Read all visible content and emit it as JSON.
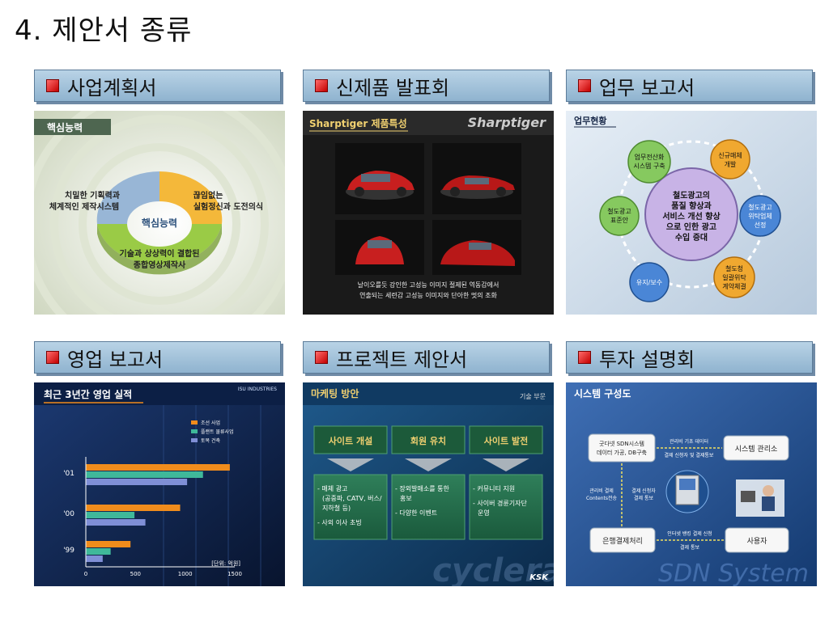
{
  "page": {
    "title": "4. 제안서 종류"
  },
  "cards": [
    {
      "header": "사업계획서",
      "panel": {
        "heading": "핵심능력",
        "center": "핵심능력",
        "left_lines": [
          "치밀한 기획력과",
          "체계적인 제작시스템"
        ],
        "right_lines": [
          "끊임없는",
          "실험정신과 도전의식"
        ],
        "bottom_lines": [
          "기술과 상상력이 결합된",
          "종합영상제작사"
        ]
      }
    },
    {
      "header": "신제품 발표회",
      "panel": {
        "heading": "Sharptiger 제품특성",
        "logo": "Sharptiger",
        "caption_lines": [
          "날이오를듯 강인한 고성능 이미지 절제된 역동감에서",
          "연출되는 세련감 고성능 이미지와 단아한 멋의 조화"
        ]
      }
    },
    {
      "header": "업무 보고서",
      "panel": {
        "heading": "업무현황",
        "center_lines": [
          "철도광고의",
          "품질 향상과",
          "서비스 개선 향상",
          "으로 인한 광고",
          "수입 증대"
        ],
        "nodes": [
          {
            "lines": [
              "업무전산화",
              "시스템 구축"
            ],
            "color": "#86c95f"
          },
          {
            "lines": [
              "신규매체",
              "개발"
            ],
            "color": "#f0a830"
          },
          {
            "lines": [
              "철도광고",
              "위탁업체",
              "선정"
            ],
            "color": "#4a86d6"
          },
          {
            "lines": [
              "철도청",
              "일괄위탁",
              "계약체결"
            ],
            "color": "#f0a830"
          },
          {
            "lines": [
              "유지/보수"
            ],
            "color": "#4a86d6"
          },
          {
            "lines": [
              "철도광고",
              "표준안"
            ],
            "color": "#86c95f"
          }
        ]
      }
    },
    {
      "header": "영업 보고서",
      "panel": {
        "heading": "최근 3년간 영업 실적",
        "brand": "ISU INDUSTRIES",
        "unit": "[단위: 억원]"
      }
    },
    {
      "header": "프로젝트 제안서",
      "panel": {
        "heading": "마케팅 방안",
        "subheading": "기술 부문",
        "columns": [
          {
            "title": "사이트 개설",
            "items": [
              "- 매체 광고",
              "(공중파, CATV, 버스/",
              "지하철 등)",
              "- 사외 이사 초빙"
            ]
          },
          {
            "title": "회원 유치",
            "items": [
              "- 장외발매소를 통한",
              "홍보",
              "- 다양한 이벤트"
            ]
          },
          {
            "title": "사이트 발전",
            "items": [
              "- 커뮤니티 지원",
              "- 사이버 경륜기자단",
              "운영"
            ]
          }
        ],
        "watermark": "cyclerace",
        "brand": "KSK"
      }
    },
    {
      "header": "투자 설명회",
      "panel": {
        "heading": "시스템 구성도",
        "box1_lines": [
          "굿다넷 SDN시스템",
          "데이터 가공, DB구축"
        ],
        "box2": "시스템 관리소",
        "box3": "은행결제처리",
        "box4": "사용자",
        "arrow_top_lines": [
          "관리비 기초 데이터",
          "결제 신청자 및 결제통보"
        ],
        "arrow_left_lines": [
          "관리비 결제",
          "Contents전송"
        ],
        "arrow_left2_lines": [
          "결제 신청자",
          "결제 통보"
        ],
        "arrow_bottom_lines": [
          "인터넷 뱅킹 결제 신청",
          "결제 통보"
        ],
        "watermark": "SDN System"
      }
    }
  ],
  "chart_data": {
    "type": "bar",
    "orientation": "horizontal",
    "title": "최근 3년간 영업 실적",
    "categories": [
      "'01",
      "'00",
      "'99"
    ],
    "series": [
      {
        "name": "조선 사업",
        "values": [
          1450,
          950,
          450
        ],
        "color": "#f08c1c"
      },
      {
        "name": "플랜트 물류사업",
        "values": [
          1180,
          490,
          250
        ],
        "color": "#3fb89a"
      },
      {
        "name": "토목 건축",
        "values": [
          1020,
          600,
          170
        ],
        "color": "#7f8fd6"
      }
    ],
    "x_ticks": [
      "0",
      "500",
      "1000",
      "1500"
    ],
    "xlim": [
      0,
      1500
    ],
    "unit_label": "[단위: 억원]",
    "legend": "top-right"
  }
}
